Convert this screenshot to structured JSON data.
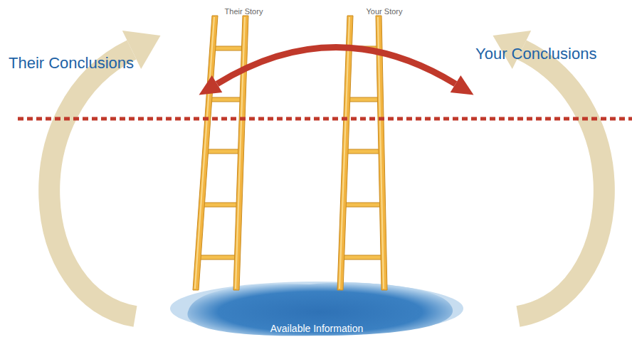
{
  "diagram": {
    "nodes": [
      {
        "text": [
          "Their Story"
        ]
      },
      {
        "text": [
          "Your Story"
        ]
      },
      {
        "text": [
          "Available Information"
        ]
      }
    ],
    "labels": [
      "Their Conclusions",
      "Your Conclusions"
    ]
  }
}
